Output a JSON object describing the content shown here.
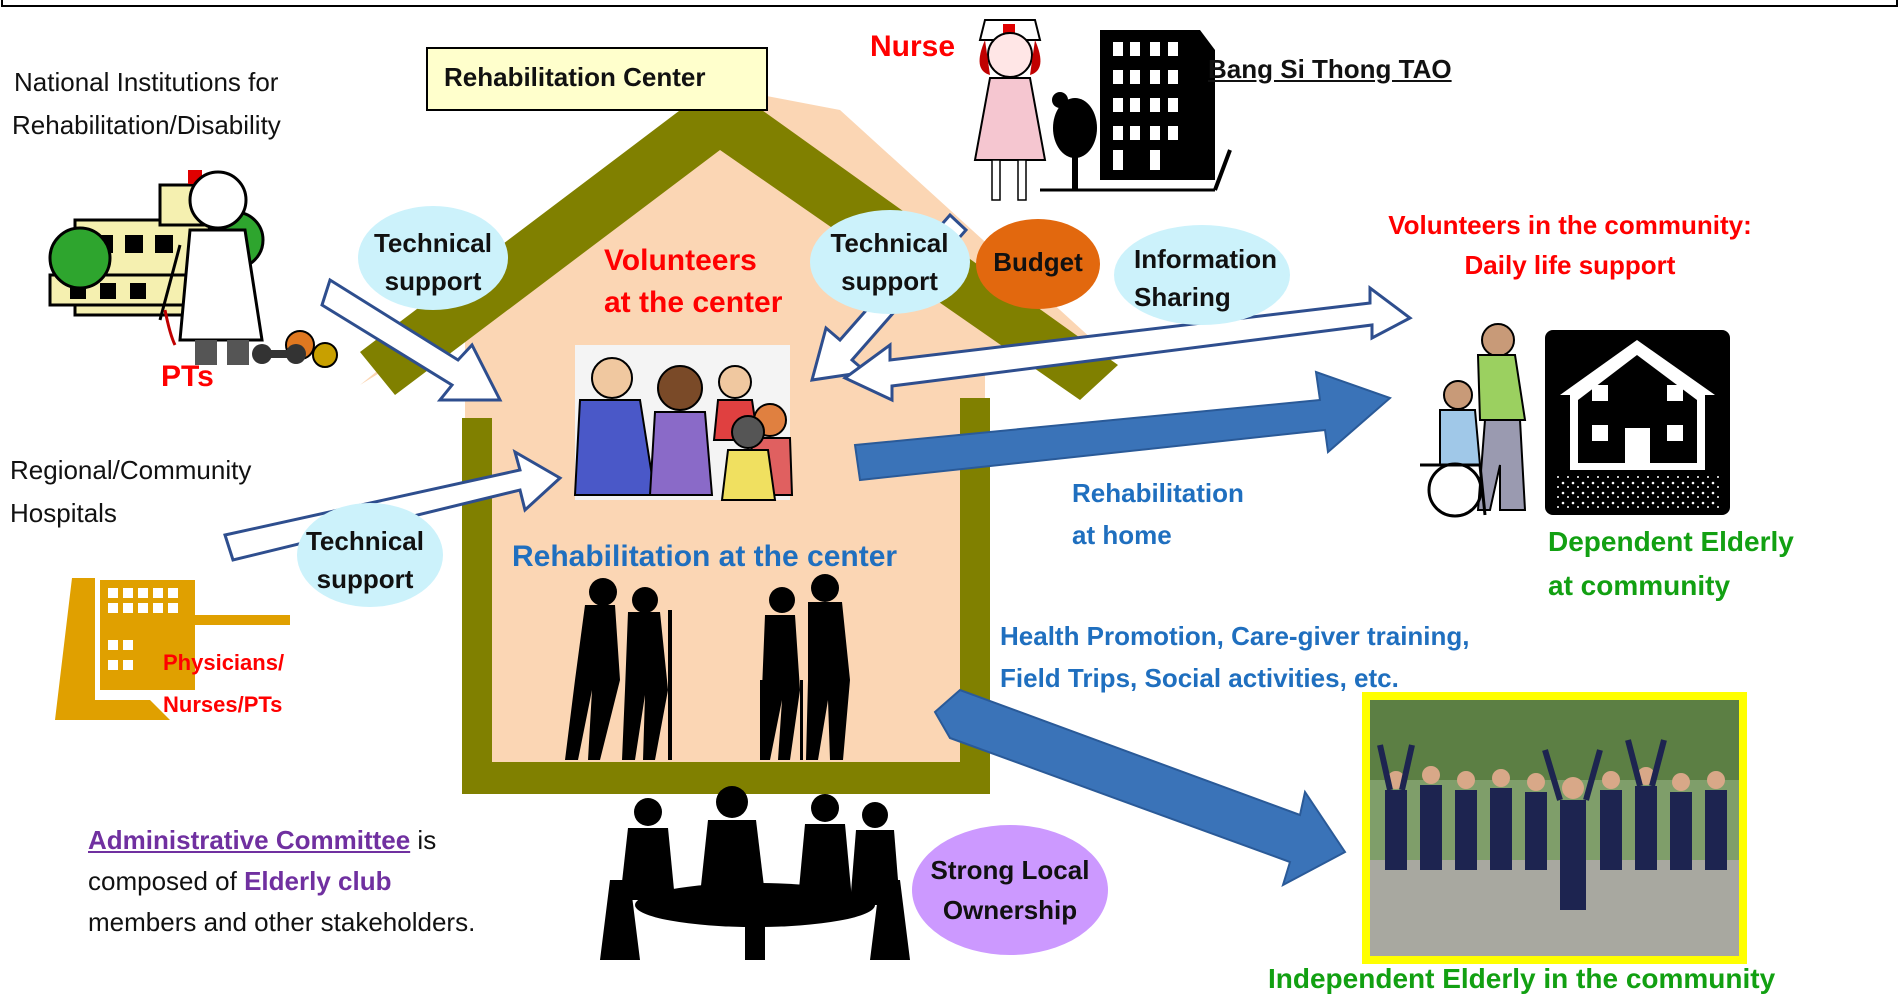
{
  "colors": {
    "red": "#ff0000",
    "blue": "#1f6fbf",
    "green": "#12a012",
    "black": "#111111",
    "purple": "#7030a0",
    "house_frame": "#808000",
    "house_fill": "#fbd6b4",
    "bubble": "#ccf2fb",
    "budget": "#e2680e",
    "ownership": "#cc99ff",
    "big_arrow": "#3a73b8"
  },
  "header": {
    "rehab_center": "Rehabilitation Center",
    "nurse": "Nurse",
    "tao": "Bang Si Thong TAO"
  },
  "left": {
    "national_line1": "National Institutions for",
    "national_line2": "Rehabilitation/Disability",
    "pts": "PTs",
    "regional_line1": "Regional/Community",
    "regional_line2": "Hospitals",
    "physicians_line1": "Physicians/",
    "physicians_line2": "Nurses/PTs"
  },
  "bubbles": {
    "tech1_line1": "Technical",
    "tech1_line2": "support",
    "tech2_line1": "Technical",
    "tech2_line2": "support",
    "tech3_line1": "Technical",
    "tech3_line2": "support",
    "budget": "Budget",
    "info_line1": "Information",
    "info_line2": "Sharing",
    "ownership_line1": "Strong Local",
    "ownership_line2": "Ownership"
  },
  "center": {
    "volunteers_line1": "Volunteers",
    "volunteers_line2": "at the center",
    "rehab_at_center": "Rehabilitation at the center"
  },
  "right": {
    "volunteers_comm_line1": "Volunteers in the community:",
    "volunteers_comm_line2": "Daily life support",
    "rehab_home_line1": "Rehabilitation",
    "rehab_home_line2": "at home",
    "dependent_line1": "Dependent Elderly",
    "dependent_line2": "at community",
    "health_line1": "Health Promotion, Care-giver training,",
    "health_line2": "Field Trips, Social activities, etc.",
    "independent": "Independent Elderly in the  community"
  },
  "committee": {
    "name": "Administrative  Committee",
    "is": " is",
    "composed": "composed of ",
    "elderly_club": "Elderly club",
    "members": "members and other stakeholders."
  },
  "icons": [
    "hospital-building-icon",
    "doctor-icon",
    "nurse-icon",
    "office-building-icon",
    "tree-icon",
    "hospital-icon",
    "volunteers-group-icon",
    "walking-elderly-silhouette-icon",
    "meeting-silhouette-icon",
    "caregiver-wheelchair-icon",
    "house-icon",
    "exercise-photo"
  ]
}
